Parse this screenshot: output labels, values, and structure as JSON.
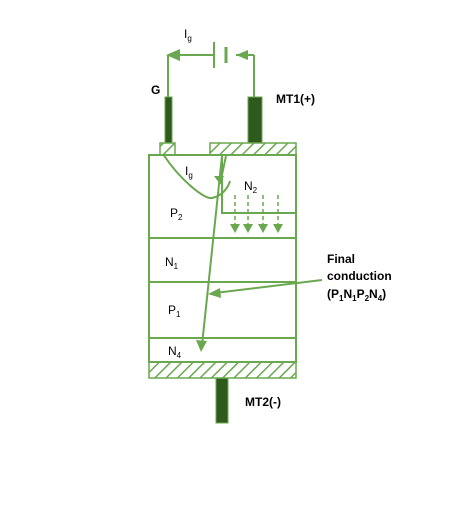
{
  "labels": {
    "ig_top": "I",
    "ig_top_sub": "g",
    "gate": "G",
    "mt1": "MT1(+)",
    "ig_inner": "I",
    "ig_inner_sub": "g",
    "n2": "N",
    "n2_sub": "2",
    "p2": "P",
    "p2_sub": "2",
    "n1": "N",
    "n1_sub": "1",
    "p1": "P",
    "p1_sub": "1",
    "n4": "N",
    "n4_sub": "4",
    "mt2": "MT2(-)",
    "final_line1": "Final",
    "final_line2": "conduction",
    "final_p1": "(P",
    "final_s1": "1",
    "final_n1": "N",
    "final_s2": "1",
    "final_p2": "P",
    "final_s3": "2",
    "final_n4": "N",
    "final_s4": "4",
    "final_close": ")"
  },
  "colors": {
    "line": "#6aa84f",
    "electrode": "#2e5a1e",
    "text": "#000000"
  }
}
